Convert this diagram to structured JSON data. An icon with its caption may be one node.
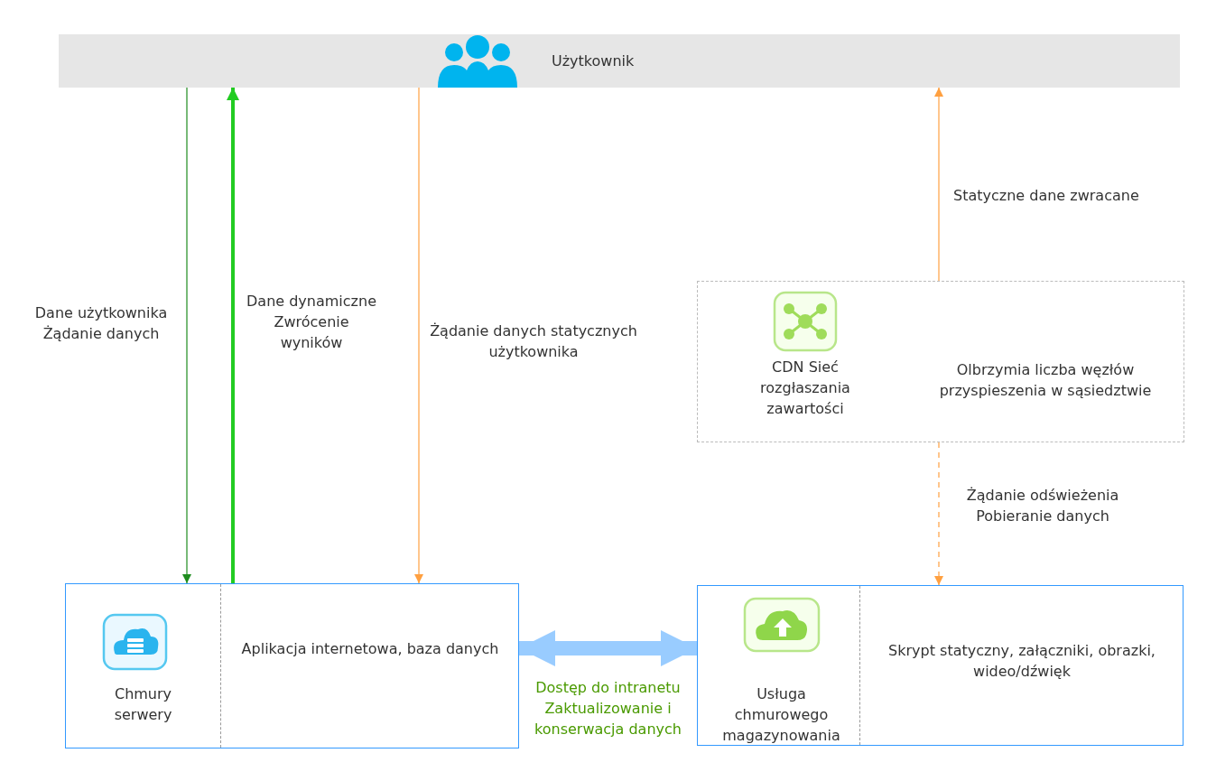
{
  "diagram": {
    "nodes": [
      {
        "text": [
          "Użytkownik"
        ]
      },
      {
        "text": [
          "Chmury serwery",
          "Aplikacja internetowa, baza danych"
        ]
      },
      {
        "text": [
          "CDN Sieć rozgłaszania zawartości",
          "Olbrzymia liczba węzłów przyspieszenia w sąsiedztwie"
        ]
      },
      {
        "text": [
          "Usługa chmurowego magazynowania",
          "Skrypt statyczny, załączniki, obrazki, wideo/dźwięk"
        ]
      }
    ],
    "edges": [
      {
        "from": 0,
        "to": 1,
        "arrow": "to",
        "label": "Dane użytkownika Żądanie danych",
        "color": "#1e8c1e"
      },
      {
        "from": 1,
        "to": 0,
        "arrow": "to",
        "label": "Dane dynamiczne Zwrócenie wyników",
        "style": "thick",
        "color": "#22cc22"
      },
      {
        "from": 0,
        "to": 1,
        "arrow": "to",
        "label": "Żądanie danych statycznych użytkownika",
        "color": "#ffa040"
      },
      {
        "from": 2,
        "to": 0,
        "arrow": "to",
        "label": "Statyczne dane zwracane",
        "color": "#ffa040"
      },
      {
        "from": 2,
        "to": 3,
        "arrow": "to",
        "label": "Żądanie odświeżenia Pobieranie danych",
        "style": "dashed",
        "color": "#ffa040"
      },
      {
        "from": 1,
        "to": 3,
        "arrow": "both",
        "label": "Dostęp do intranetu Zaktualizowanie i konserwacja danych",
        "style": "thick",
        "color": "#99ccff"
      }
    ]
  }
}
